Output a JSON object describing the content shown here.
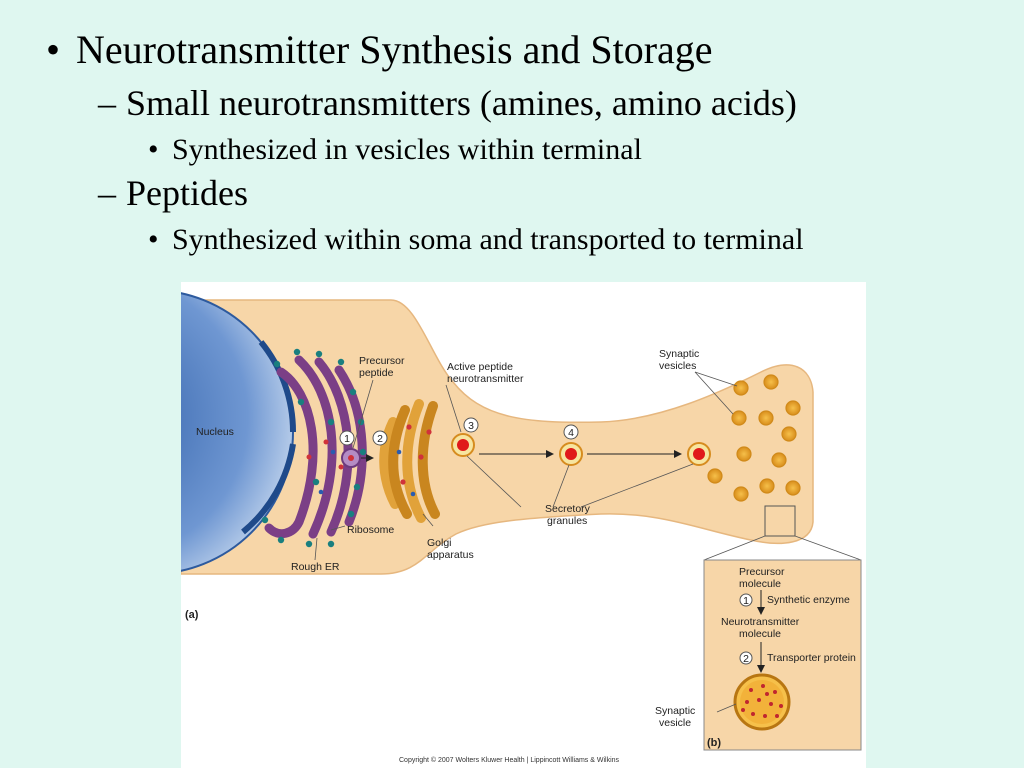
{
  "slide": {
    "bullet1": "Neurotransmitter Synthesis and Storage",
    "bullet1_marker": "•",
    "sub1": "Small neurotransmitters (amines, amino acids)",
    "sub1_marker": "–",
    "sub1_detail": "Synthesized in vesicles within terminal",
    "sub2": "Peptides",
    "sub2_marker": "–",
    "sub2_detail": "Synthesized within soma and transported to terminal",
    "detail_marker": "•"
  },
  "figure": {
    "labels": {
      "nucleus": "Nucleus",
      "precursor_peptide_1": "Precursor",
      "precursor_peptide_2": "peptide",
      "active_peptide_1": "Active peptide",
      "active_peptide_2": "neurotransmitter",
      "synaptic_vesicles_1": "Synaptic",
      "synaptic_vesicles_2": "vesicles",
      "ribosome": "Ribosome",
      "rough_er": "Rough ER",
      "golgi_1": "Golgi",
      "golgi_2": "apparatus",
      "secretory_1": "Secretory",
      "secretory_2": "granules",
      "panel_a": "(a)",
      "panel_b": "(b)",
      "step1": "1",
      "step2": "2",
      "step3": "3",
      "step4": "4",
      "b_precursor_1": "Precursor",
      "b_precursor_2": "molecule",
      "b_step1": "1",
      "b_enzyme": "Synthetic enzyme",
      "b_nt_1": "Neurotransmitter",
      "b_nt_2": "molecule",
      "b_step2": "2",
      "b_transporter": "Transporter protein",
      "b_vesicle_1": "Synaptic",
      "b_vesicle_2": "vesicle",
      "copyright": "Copyright © 2007 Wolters Kluwer Health | Lippincott Williams & Wilkins"
    },
    "colors": {
      "cytoplasm": "#f7d6a8",
      "nucleus": "#5b86c4",
      "er": "#7b3f86",
      "golgi": "#e1a23a",
      "granule": "#e01a1a",
      "vesicle": "#f2b23a"
    }
  }
}
